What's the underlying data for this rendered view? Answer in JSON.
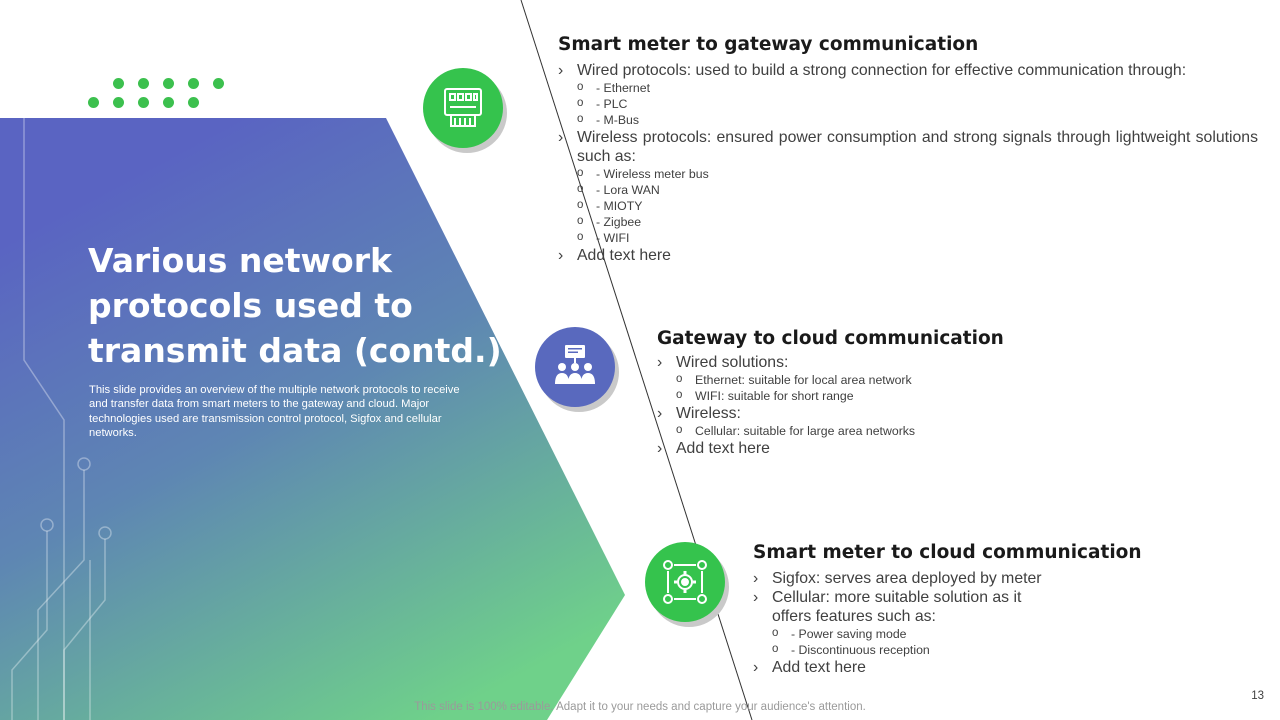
{
  "slide": {
    "title_lines": [
      "Various network",
      "protocols used to",
      "transmit data (contd.)"
    ],
    "description": "This slide provides an overview of the multiple network protocols to receive and transfer data from smart meters to the gateway and cloud. Major technologies used are transmission control protocol, Sigfox and cellular networks.",
    "footer": "This slide is 100% editable. Adapt it to your needs and capture your audience's attention.",
    "page_number": "13"
  },
  "colors": {
    "green": "#35c34d",
    "blue": "#5969be",
    "gradient_top": "#5b63c1",
    "gradient_bottom": "#6fd18a"
  },
  "sections": [
    {
      "heading": "Smart meter to gateway communication",
      "icon": "smart-meter-icon",
      "items": [
        {
          "text": "Wired protocols: used to build a strong connection for effective communication through:",
          "subs": [
            "- Ethernet",
            "- PLC",
            "- M-Bus"
          ]
        },
        {
          "text": "Wireless protocols: ensured power consumption and strong signals through lightweight solutions such as:",
          "subs": [
            "- Wireless meter bus",
            "- Lora WAN",
            "- MIOTY",
            "- Zigbee",
            "- WIFI"
          ]
        },
        {
          "text": "Add text here",
          "subs": []
        }
      ]
    },
    {
      "heading": "Gateway to cloud communication",
      "icon": "presentation-group-icon",
      "items": [
        {
          "text": "Wired solutions:",
          "subs": [
            "Ethernet: suitable for local area network",
            "WIFI: suitable for short range"
          ]
        },
        {
          "text": "Wireless:",
          "subs": [
            "Cellular: suitable for large area networks"
          ]
        },
        {
          "text": "Add text here",
          "subs": []
        }
      ]
    },
    {
      "heading": "Smart meter to cloud communication",
      "icon": "network-gear-icon",
      "items": [
        {
          "text": "Sigfox: serves area deployed by meter",
          "subs": []
        },
        {
          "text": "Cellular: more suitable solution as it offers features such as:",
          "subs": [
            "- Power saving mode",
            "- Discontinuous reception"
          ]
        },
        {
          "text": "Add text here",
          "subs": []
        }
      ]
    }
  ]
}
